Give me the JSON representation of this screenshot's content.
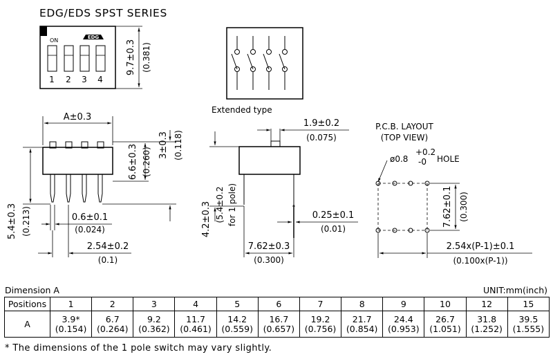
{
  "title": "EDG/EDS SPST SERIES",
  "switch_top": {
    "on_label": "ON",
    "logo_text": "EDG",
    "positions": [
      "1",
      "2",
      "3",
      "4"
    ],
    "height_dim": "9.7±0.3",
    "height_dim_inch": "(0.381)"
  },
  "schematic": {
    "extended_label": "Extended type"
  },
  "side_view": {
    "width_dim": "A±0.3",
    "body_height": "6.6±0.3",
    "body_height_inch": "(0.260)",
    "top_height": "3±0.3",
    "top_height_inch": "(0.118)",
    "pin_length": "5.4±0.3",
    "pin_length_inch": "(0.213)",
    "pin_width": "0.6±0.1",
    "pin_width_inch": "(0.024)",
    "pitch": "2.54±0.2",
    "pitch_inch": "(0.1)"
  },
  "end_view": {
    "actuator_width": "1.9±0.2",
    "actuator_width_inch": "(0.075)",
    "pin_length": "4.2±0.3",
    "pin_length_alt": "(5.4±0.2",
    "pin_length_alt2": "for 1 pole)",
    "pin_thickness": "0.25±0.1",
    "pin_thickness_inch": "(0.01)",
    "row_spacing": "7.62±0.3",
    "row_spacing_inch": "(0.300)"
  },
  "pcb_layout": {
    "title": "P.C.B. LAYOUT",
    "subtitle": "(TOP VIEW)",
    "hole_label": "ø0.8",
    "hole_tol_plus": "+0.2",
    "hole_tol_minus": "-0",
    "hole_word": "HOLE",
    "row_spacing": "7.62±0.1",
    "row_spacing_inch": "(0.300)",
    "pitch_formula": "2.54x(P-1)±0.1",
    "pitch_formula_inch": "(0.100x(P-1))"
  },
  "table": {
    "title": "Dimension A",
    "unit": "UNIT:mm(inch)",
    "row1_label": "Positions",
    "row2_label": "A",
    "columns": [
      {
        "pos": "1",
        "mm": "3.9*",
        "inch": "(0.154)"
      },
      {
        "pos": "2",
        "mm": "6.7",
        "inch": "(0.264)"
      },
      {
        "pos": "3",
        "mm": "9.2",
        "inch": "(0.362)"
      },
      {
        "pos": "4",
        "mm": "11.7",
        "inch": "(0.461)"
      },
      {
        "pos": "5",
        "mm": "14.2",
        "inch": "(0.559)"
      },
      {
        "pos": "6",
        "mm": "16.7",
        "inch": "(0.657)"
      },
      {
        "pos": "7",
        "mm": "19.2",
        "inch": "(0.756)"
      },
      {
        "pos": "8",
        "mm": "21.7",
        "inch": "(0.854)"
      },
      {
        "pos": "9",
        "mm": "24.4",
        "inch": "(0.953)"
      },
      {
        "pos": "10",
        "mm": "26.7",
        "inch": "(1.051)"
      },
      {
        "pos": "12",
        "mm": "31.8",
        "inch": "(1.252)"
      },
      {
        "pos": "15",
        "mm": "39.5",
        "inch": "(1.555)"
      }
    ]
  },
  "footnote": "* The dimensions of the 1 pole switch may vary slightly."
}
